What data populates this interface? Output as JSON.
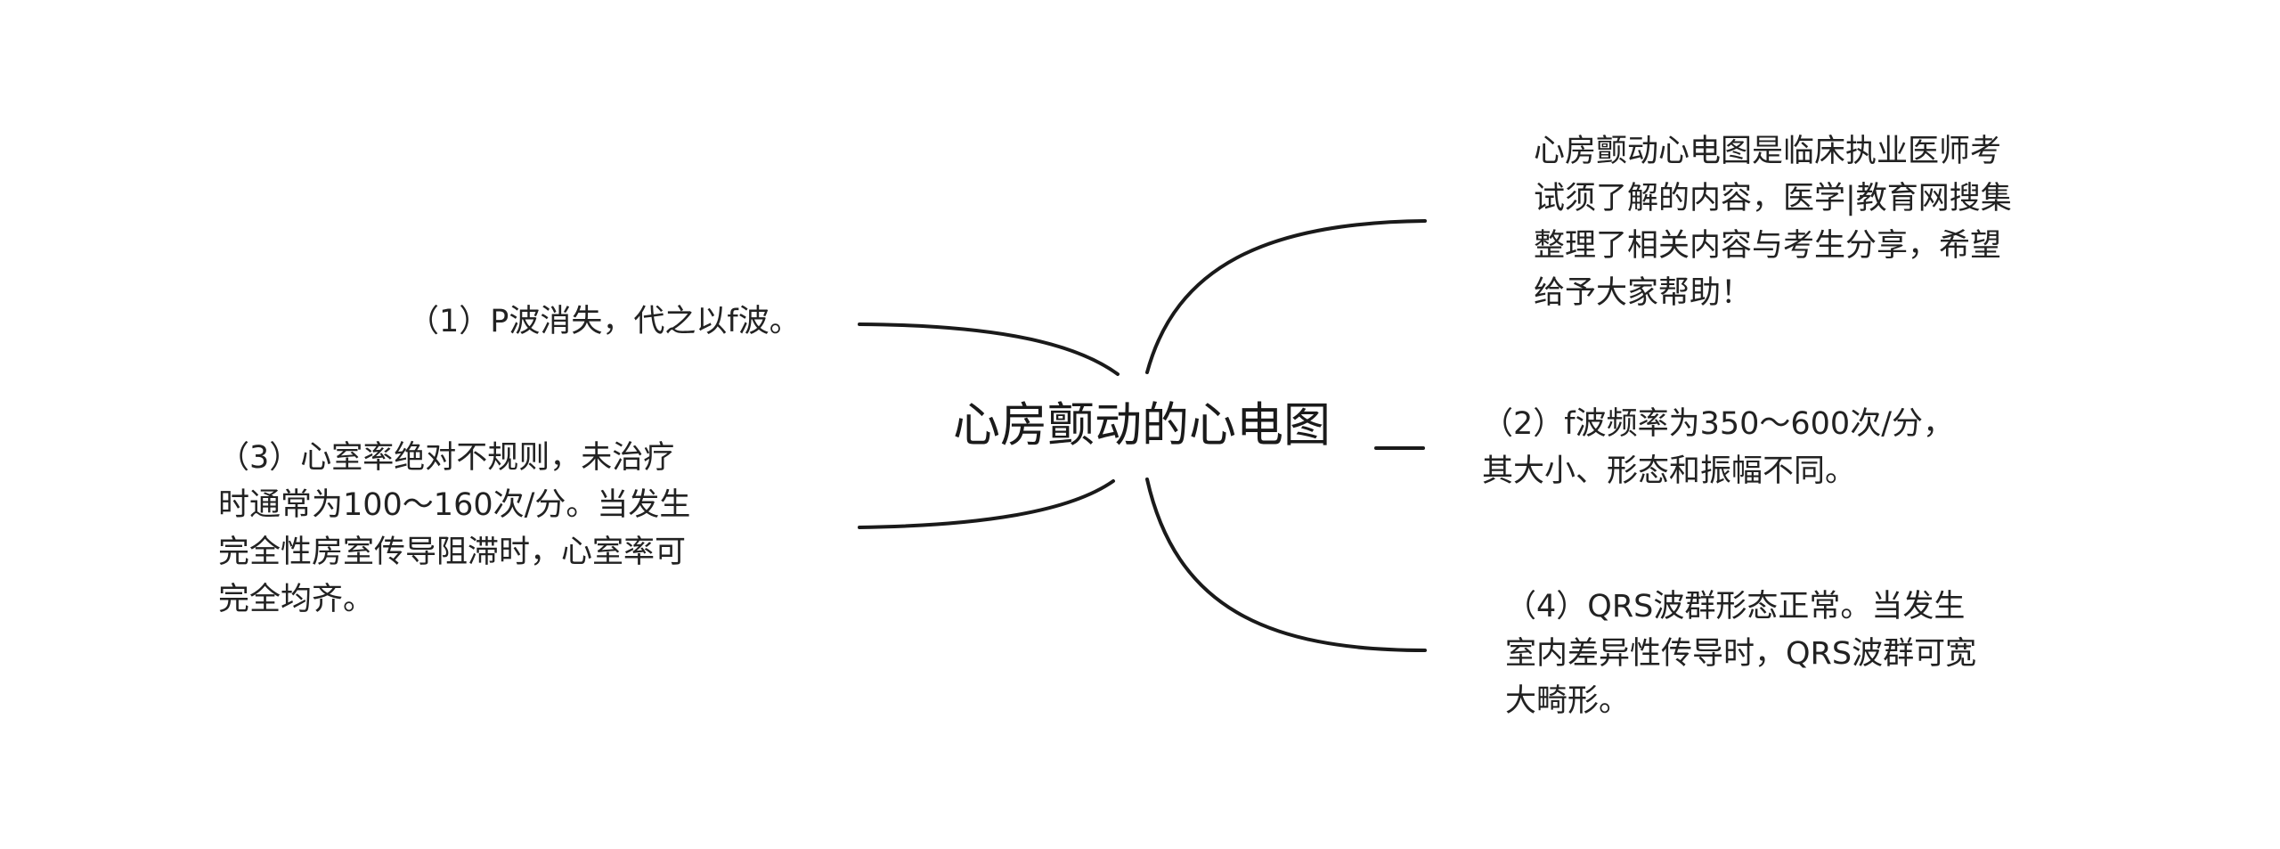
{
  "mindmap": {
    "root": "心房颤动的心电图",
    "branches": {
      "right_1": "心房颤动心电图是临床执业医师考\n试须了解的内容，医学|教育网搜集\n整理了相关内容与考生分享，希望\n给予大家帮助！",
      "right_2": "（2）f波频率为350～600次/分，\n其大小、形态和振幅不同。",
      "right_3": "（4）QRS波群形态正常。当发生\n室内差异性传导时，QRS波群可宽\n大畸形。",
      "left_1": "（1）P波消失，代之以f波。",
      "left_2": "（3）心室率绝对不规则，未治疗\n时通常为100～160次/分。当发生\n完全性房室传导阻滞时，心室率可\n完全均齐。"
    },
    "line_color": "#1a1a1a"
  }
}
